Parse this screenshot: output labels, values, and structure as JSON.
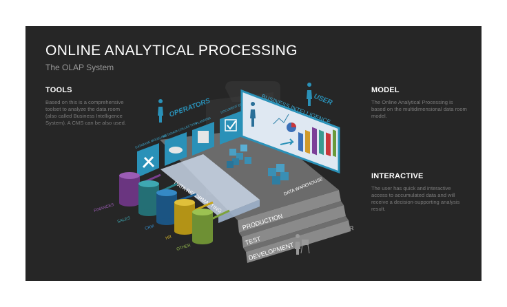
{
  "header": {
    "title": "ONLINE ANALYTICAL PROCESSING",
    "subtitle": "The OLAP System"
  },
  "tools": {
    "heading": "TOOLS",
    "text": "Based on this is a comprehensive toolset to analyze the data room (also called Business Intelligence System). A CMS can be also used."
  },
  "model": {
    "heading": "MODEL",
    "text": "The Online Analytical Processing is based on the multidimensional data room model."
  },
  "interactive": {
    "heading": "INTERACTIVE",
    "text": "The user has quick and interactive access to accumulated data and will receive a decision-supporting analysis result."
  },
  "diagram": {
    "operators_label": "OPERATORS",
    "user_label": "USER",
    "developer_label": "DEVELOPER",
    "business_intelligence_label": "BUSINESS INTELLIGENCE",
    "data_reformatting_label": "DATA REFORMATTING",
    "data_warehouse_label": "DATA WAREHOUSE",
    "tool_labels": [
      "DATABASE MODELING",
      "METADATA COLLECTION",
      "PLANNING",
      "DOCUMENT EDITOR"
    ],
    "steps": [
      "PRODUCTION",
      "TEST",
      "DEVELOPMENT"
    ],
    "sources": [
      {
        "name": "FINANCES",
        "color": "#7a3f8f",
        "text_color": "#9b5cb5"
      },
      {
        "name": "SALES",
        "color": "#2a7f86",
        "text_color": "#3ea8b2"
      },
      {
        "name": "CRM",
        "color": "#1f5f91",
        "text_color": "#3589c6"
      },
      {
        "name": "HR",
        "color": "#c8a519",
        "text_color": "#d9b628"
      },
      {
        "name": "OTHER",
        "color": "#7da23c",
        "text_color": "#93b84e"
      }
    ],
    "accent_color": "#2a91b8",
    "bar_colors": [
      "#3a6fb8",
      "#d09a2a",
      "#7b3e98",
      "#3a9a8f",
      "#c9363a",
      "#6a9a3a"
    ]
  }
}
